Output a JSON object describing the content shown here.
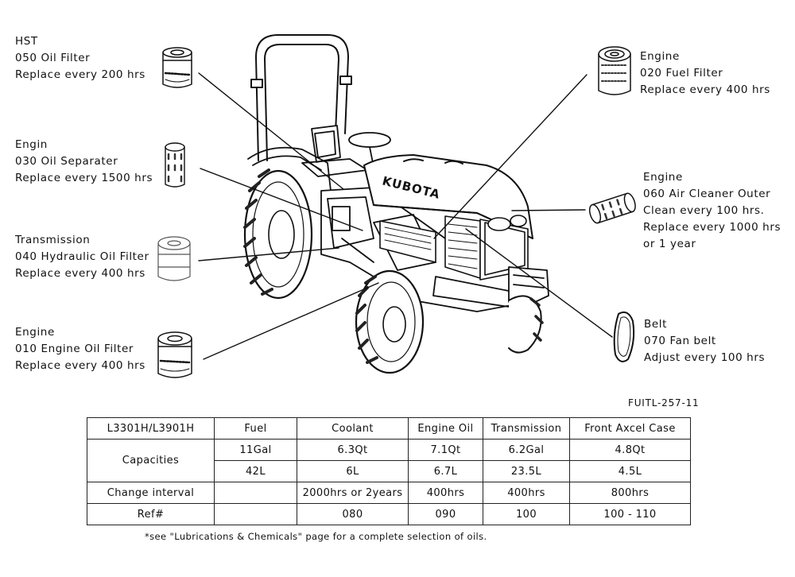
{
  "callouts": [
    {
      "id": "hst",
      "lines": [
        "HST",
        "050  Oil Filter",
        "Replace  every  200  hrs"
      ]
    },
    {
      "id": "engine-fuel",
      "lines": [
        "Engine",
        "020  Fuel  Filter",
        "Replace  every  400  hrs"
      ]
    },
    {
      "id": "engin-oil-sep",
      "lines": [
        "Engin",
        "030  Oil Separater",
        "Replace  every  1500  hrs"
      ]
    },
    {
      "id": "engine-air",
      "lines": [
        "Engine",
        "060  Air Cleaner Outer",
        "Clean  every  100  hrs.",
        "Replace  every  1000  hrs",
        "or  1  year"
      ]
    },
    {
      "id": "transmission",
      "lines": [
        "Transmission",
        "040  Hydraulic Oil Filter",
        "Replace  every  400  hrs"
      ]
    },
    {
      "id": "belt",
      "lines": [
        "Belt",
        "070  Fan belt",
        "Adjust  every  100  hrs"
      ]
    },
    {
      "id": "engine-oil",
      "lines": [
        "Engine",
        "010  Engine Oil Filter",
        "Replace  every  400  hrs"
      ]
    }
  ],
  "brand_text": "KUBOTA",
  "figure_id": "FUITL-257-11",
  "table": {
    "model": "L3301H/L3901H",
    "columns": [
      "Fuel",
      "Coolant",
      "Engine  Oil",
      "Transmission",
      "Front  Axcel  Case"
    ],
    "capacities_label": "Capacities",
    "capacities_us": [
      "11Gal",
      "6.3Qt",
      "7.1Qt",
      "6.2Gal",
      "4.8Qt"
    ],
    "capacities_metric": [
      "42L",
      "6L",
      "6.7L",
      "23.5L",
      "4.5L"
    ],
    "interval_label": "Change  interval",
    "intervals": [
      "",
      "2000hrs  or  2years",
      "400hrs",
      "400hrs",
      "800hrs"
    ],
    "ref_label": "Ref#",
    "refs": [
      "",
      "080",
      "090",
      "100",
      "100 - 110"
    ]
  },
  "footnote": "*see \"Lubrications & Chemicals\" page for a complete selection of oils."
}
